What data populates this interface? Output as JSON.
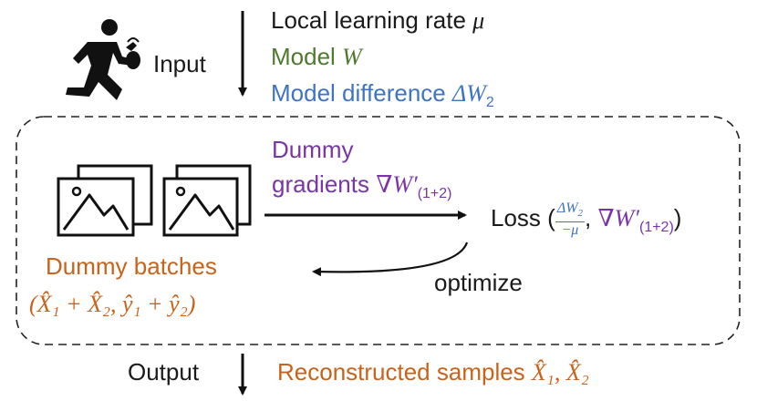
{
  "input": {
    "label": "Input",
    "runner_icon": "running-person-with-bag-icon",
    "learning_rate_text": "Local learning rate ",
    "learning_rate_symbol": "μ",
    "model_text": "Model ",
    "model_symbol": "W",
    "model_diff_text": "Model difference ",
    "model_diff_symbol": "ΔW",
    "model_diff_sub": "2"
  },
  "process": {
    "images_icon": "image-stack-icon",
    "dummy_gradients_line1": "Dummy",
    "dummy_gradients_line2": "gradients ",
    "dummy_gradients_symbol": "∇W′",
    "dummy_gradients_sub": "(1+2)",
    "loss_label": "Loss (",
    "loss_frac_num": "ΔW",
    "loss_frac_num_sub": "2",
    "loss_frac_den": "−μ",
    "loss_comma": ", ",
    "loss_grad_symbol": "∇W′",
    "loss_grad_sub": "(1+2)",
    "loss_close": ")",
    "optimize_label": "optimize",
    "dummy_batches_line1": "Dummy batches",
    "dummy_batches_line2": "(X̂₁ + X̂₂, ŷ₁ + ŷ₂)"
  },
  "output": {
    "label": "Output",
    "reconstructed_text": "Reconstructed samples ",
    "reconstructed_symbols": "X̂₁, X̂₂"
  },
  "colors": {
    "green": "#4f7a2e",
    "blue": "#3e74c4",
    "purple": "#7a35a8",
    "orange": "#c8631c"
  }
}
